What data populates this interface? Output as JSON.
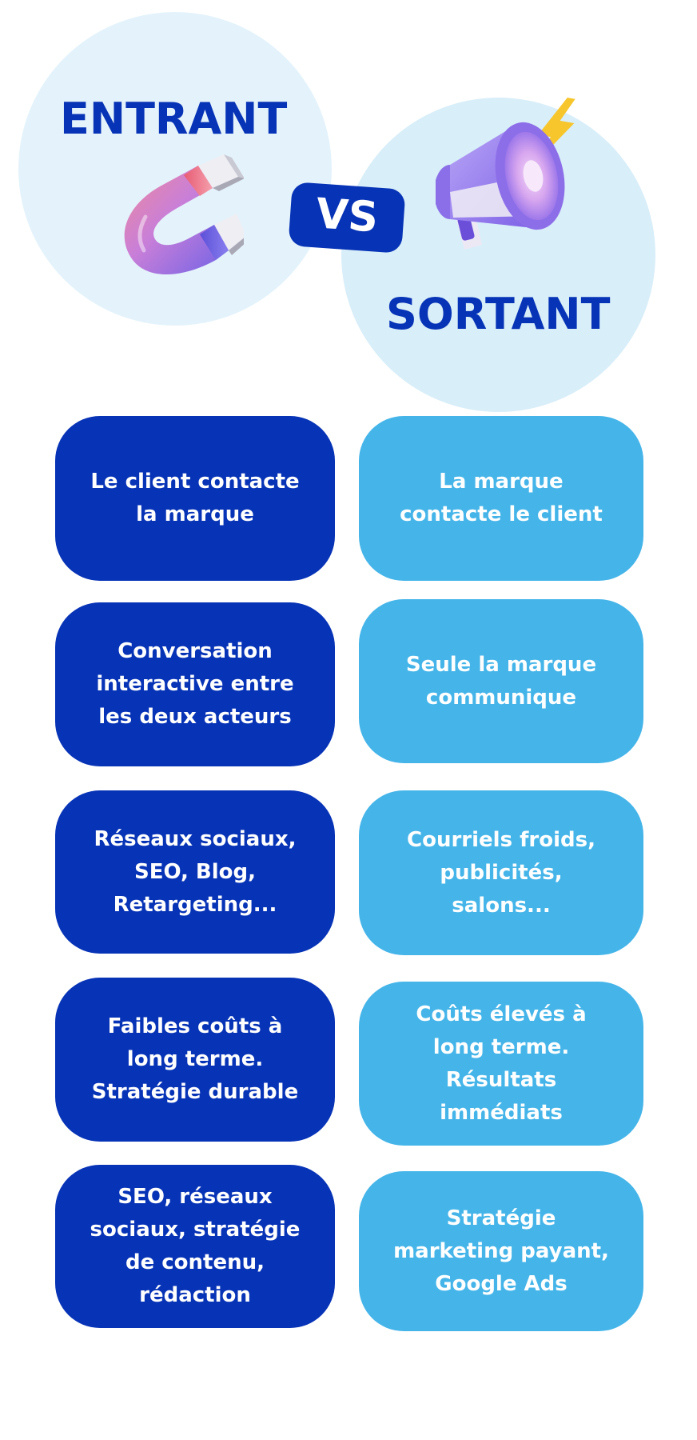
{
  "header": {
    "left_title": "ENTRANT",
    "right_title": "SORTANT",
    "vs_label": "VS",
    "left_icon": "magnet-icon",
    "right_icon": "megaphone-icon"
  },
  "colors": {
    "inbound": "#0733b6",
    "outbound": "#45b5e9",
    "circle_left": "#e4f3fb",
    "circle_right": "#d8eef9"
  },
  "rows": [
    {
      "left": "Le client contacte la marque",
      "right": "La marque contacte le client"
    },
    {
      "left": "Conversation interactive entre les deux acteurs",
      "right": "Seule la marque communique"
    },
    {
      "left": "Réseaux sociaux, SEO, Blog, Retargeting...",
      "right": "Courriels froids, publicités, salons..."
    },
    {
      "left": "Faibles coûts à long terme. Stratégie durable",
      "right": "Coûts élevés à long terme. Résultats immédiats"
    },
    {
      "left": "SEO, réseaux sociaux, stratégie de contenu, rédaction",
      "right": "Stratégie marketing payant, Google Ads"
    }
  ]
}
